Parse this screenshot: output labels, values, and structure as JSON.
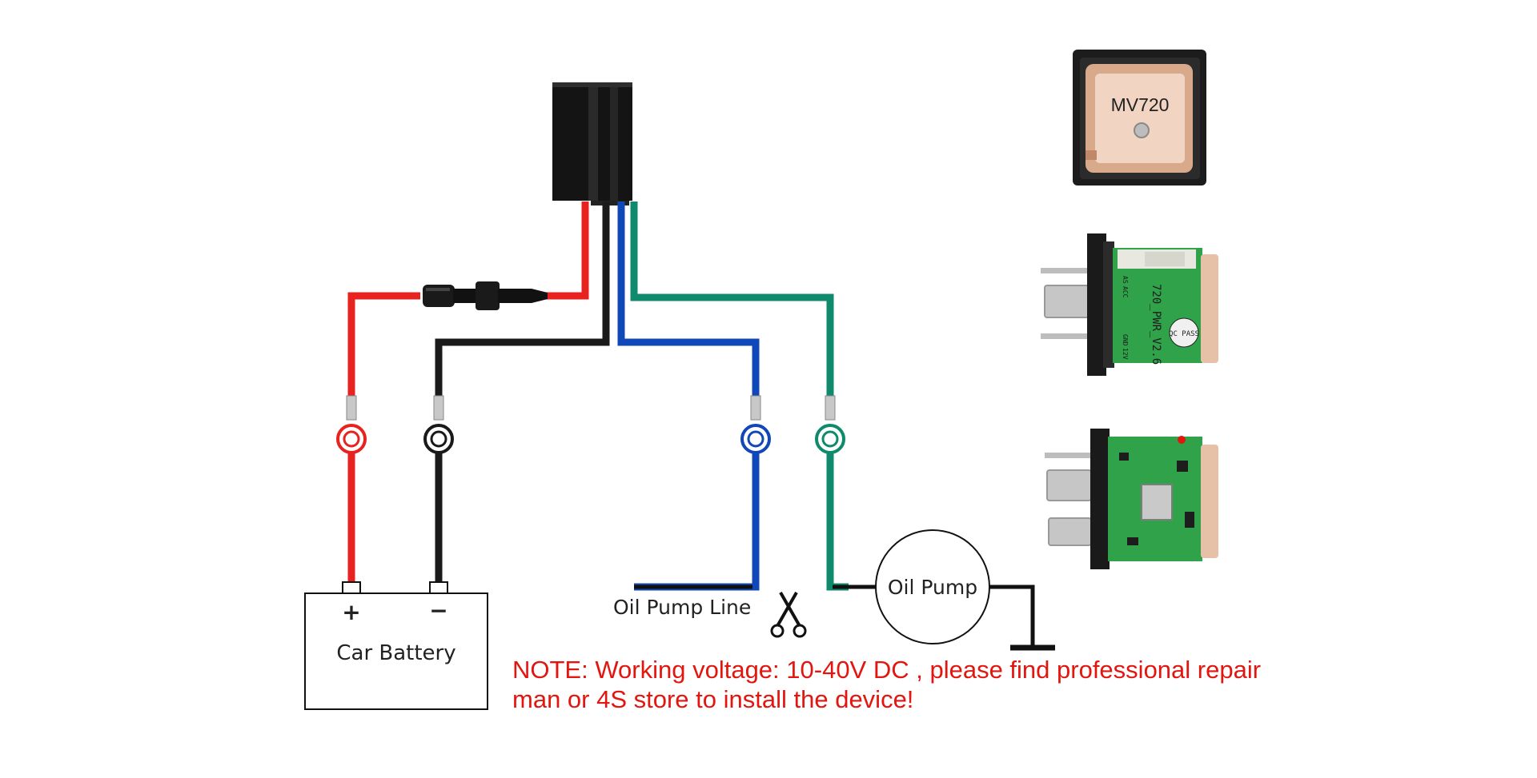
{
  "labels": {
    "oil_pump_line": "Oil Pump Line",
    "oil_pump": "Oil Pump",
    "car_battery": "Car Battery",
    "plus": "+",
    "minus": "−",
    "module_label": "MV720",
    "pcb_text": "720_PWR_V2.6",
    "qc_text": "QC PASS",
    "pin_12v": "12V",
    "pin_gnd": "GND",
    "pin_acc": "ACC",
    "pin_as": "AS"
  },
  "note": {
    "line1": "NOTE: Working voltage: 10-40V DC , please find professional repair",
    "line2": "man or 4S store to install the device!"
  },
  "colors": {
    "red_wire": "#e8231f",
    "black_wire": "#1a1a1a",
    "blue_wire": "#1048b8",
    "green_wire": "#0f8a6c",
    "note_text": "#e3150f",
    "pcb_green": "#2fa24a",
    "antenna_ceramic": "#e6c1a8"
  },
  "icons": [
    "scissors-icon",
    "ring-terminal-icon",
    "fuse-holder-icon",
    "ground-symbol-icon"
  ]
}
